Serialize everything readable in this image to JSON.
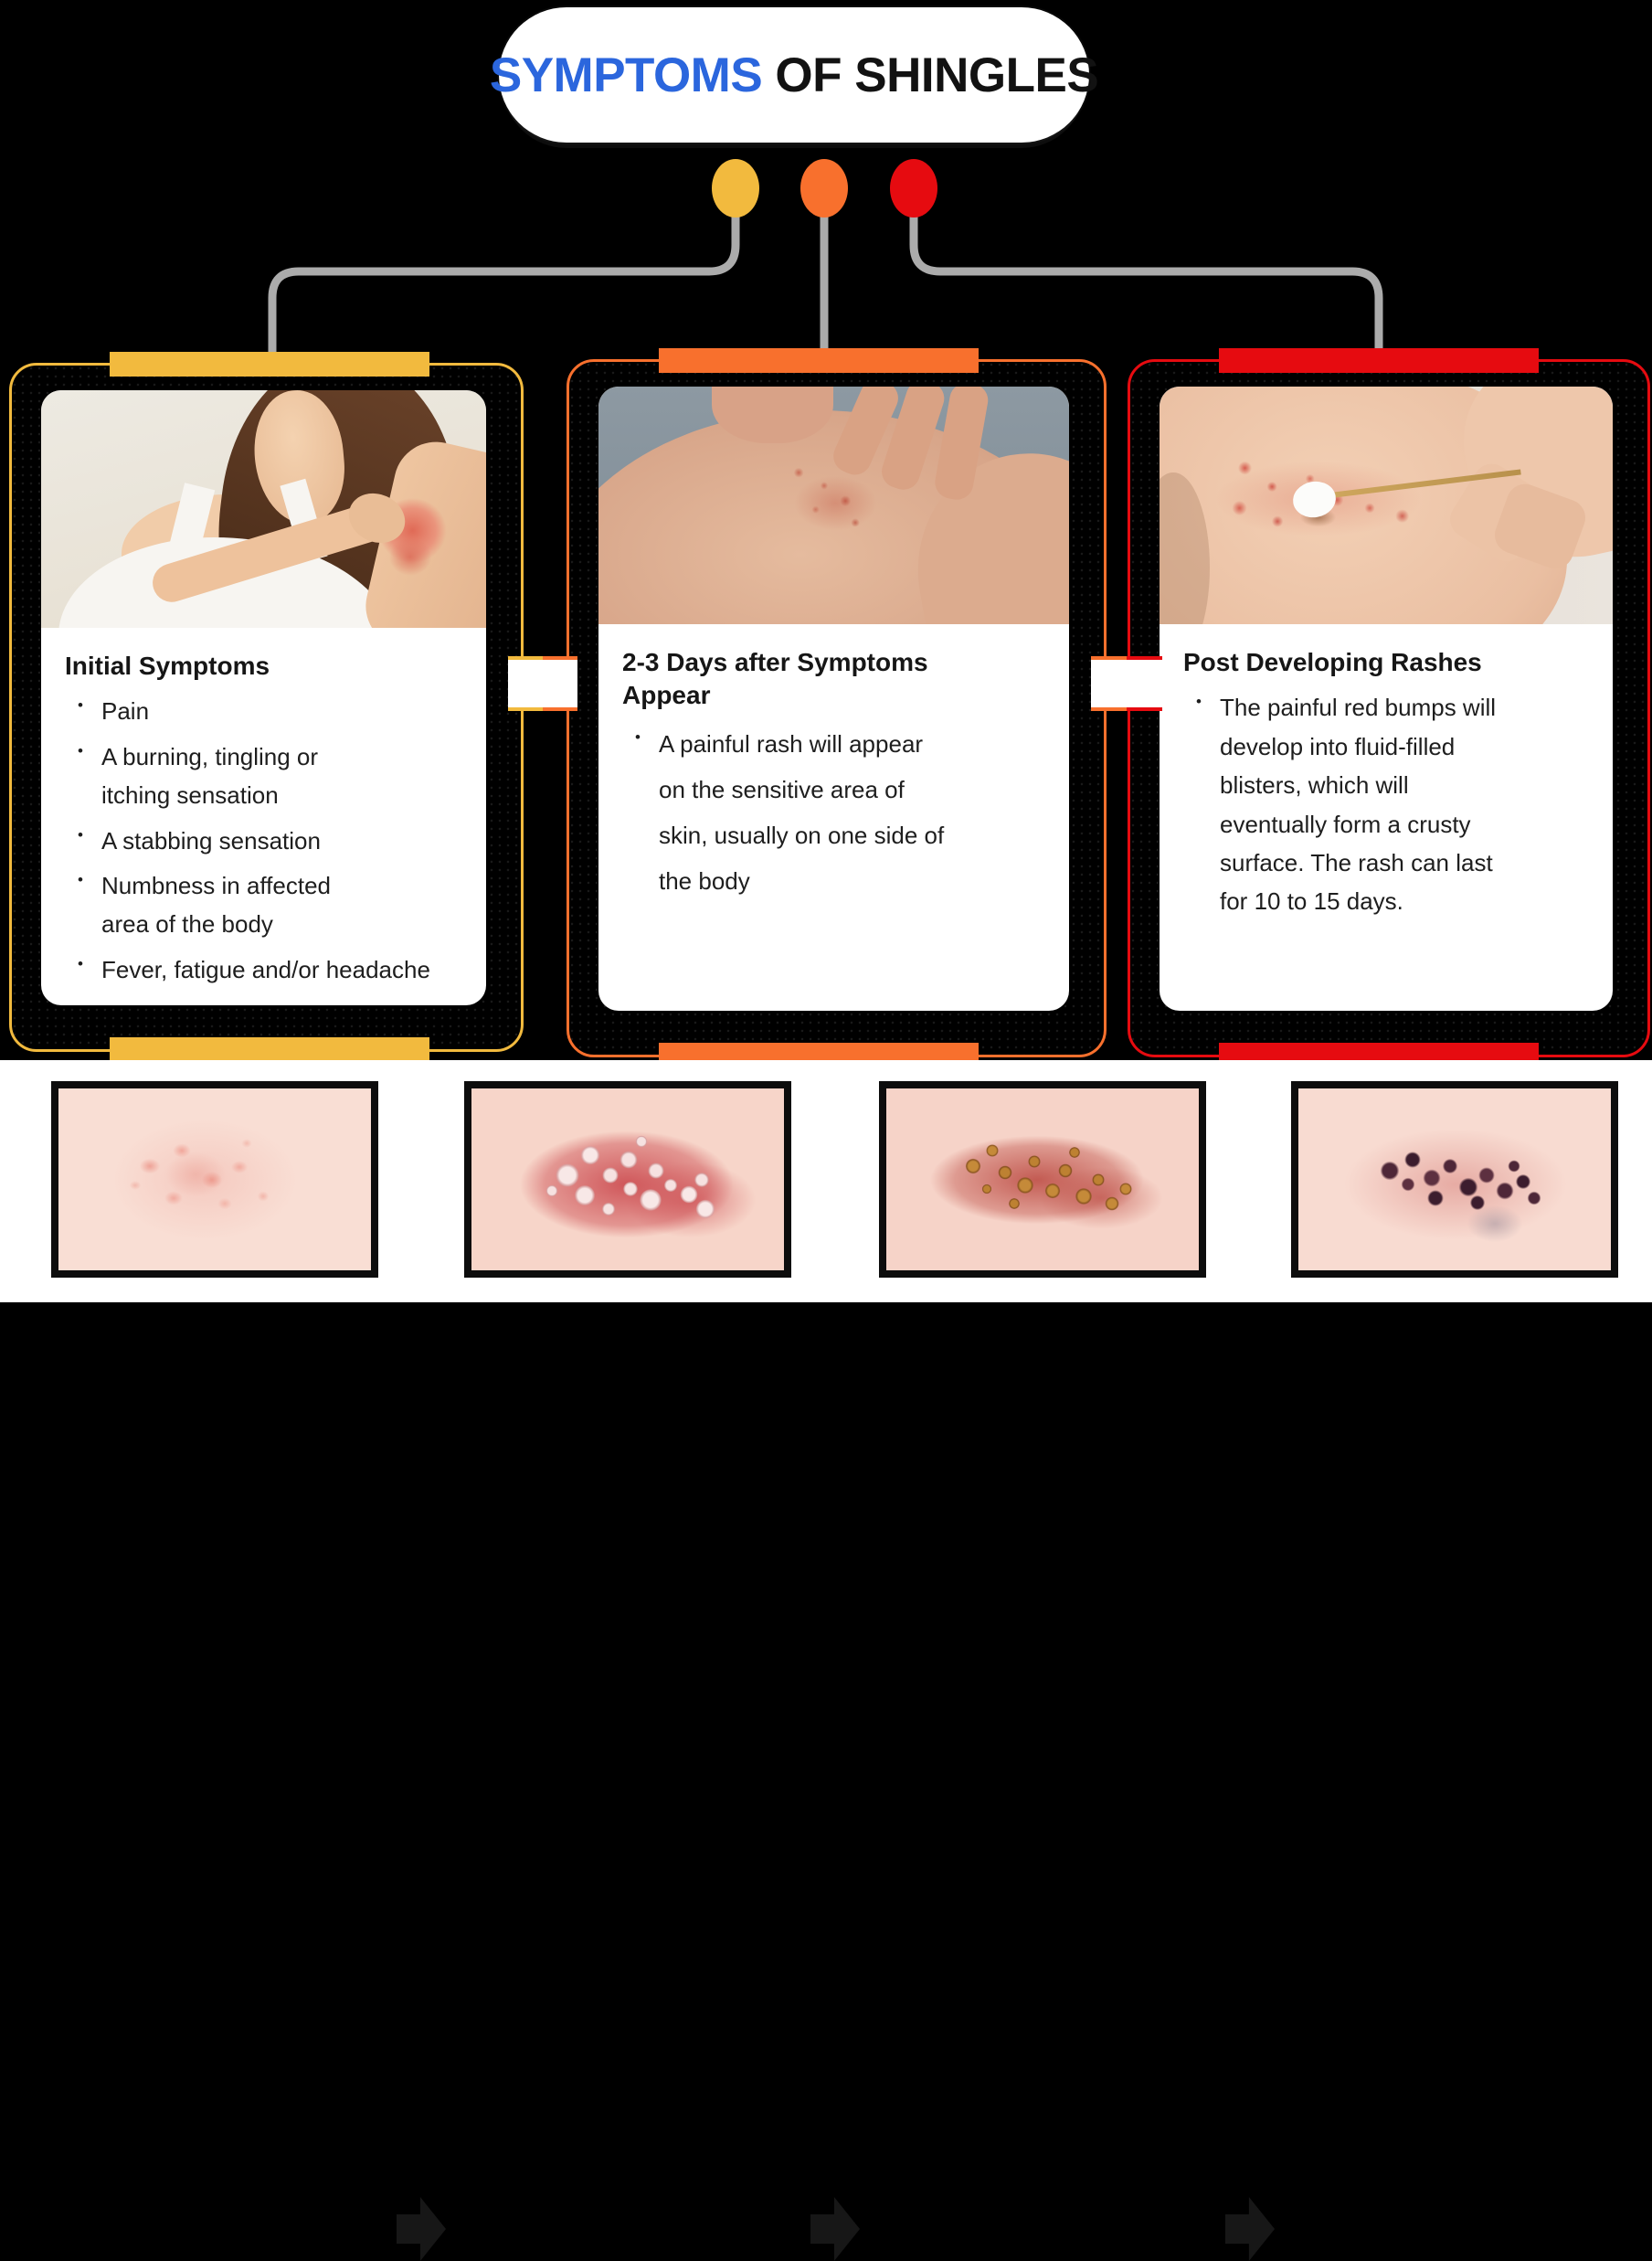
{
  "header": {
    "title_highlight": "SYMPTOMS",
    "title_rest": " OF SHINGLES",
    "highlight_color": "#2B66DD"
  },
  "timeline_dots": [
    {
      "name": "stage-1-dot",
      "color": "#F2BA3E"
    },
    {
      "name": "stage-2-dot",
      "color": "#F8702D"
    },
    {
      "name": "stage-3-dot",
      "color": "#E60B10"
    }
  ],
  "connector_color": "#ABABAB",
  "cards": [
    {
      "accent": "#F2BA3E",
      "title": "Initial Symptoms",
      "photo": "woman-scratching-red-rash-on-arm",
      "bullets": [
        "Pain",
        "A burning, tingling or\nitching sensation",
        "A stabbing sensation",
        "Numbness in affected\narea of the body",
        "Fever, fatigue and/or headache"
      ]
    },
    {
      "accent": "#F8702D",
      "title": "2-3 Days after Symptoms\nAppear",
      "photo": "man-scratching-rash-on-back",
      "bullets": [
        "A painful rash will appear\non the sensitive area of\nskin, usually on one side of\nthe body"
      ]
    },
    {
      "accent": "#E60B10",
      "title": "Post Developing Rashes",
      "photo": "cotton-swab-applied-to-shingles-rash",
      "bullets": [
        "The painful red bumps will\ndevelop into fluid-filled\nblisters, which will\neventually form a crusty\nsurface. The rash can last\nfor 10 to 15 days."
      ]
    }
  ],
  "progression": {
    "stages": [
      {
        "name": "flat-red-spots"
      },
      {
        "name": "fluid-filled-blisters"
      },
      {
        "name": "crusted-pustules"
      },
      {
        "name": "dark-scabs"
      }
    ]
  }
}
